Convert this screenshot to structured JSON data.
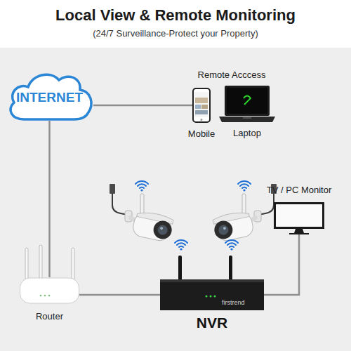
{
  "diagram": {
    "title": "Local View & Remote Monitoring",
    "nodes": [
      {
        "text": [
          "INTERNET"
        ]
      },
      {
        "text": [
          "Mobile"
        ]
      },
      {
        "text": [
          "Laptop"
        ]
      },
      {
        "text": [
          "TV / PC Monitor"
        ]
      },
      {
        "text": [
          "Router"
        ]
      },
      {
        "text": [
          "firstrend",
          "NVR"
        ]
      }
    ],
    "edges": [
      {
        "from": 0,
        "to": 1,
        "arrow": "none"
      },
      {
        "from": 0,
        "to": 4,
        "arrow": "none"
      },
      {
        "from": 4,
        "to": 5,
        "arrow": "none"
      },
      {
        "from": 5,
        "to": 3,
        "arrow": "none"
      }
    ],
    "labels": [
      "(24/7 Surveillance-Protect your Property)",
      "Remote Acccess"
    ]
  }
}
